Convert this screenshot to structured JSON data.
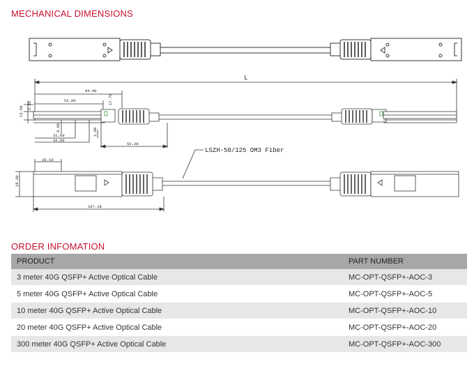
{
  "sections": {
    "mechanical": "MECHANICAL DIMENSIONS",
    "order": "ORDER INFOMATION"
  },
  "drawing": {
    "fiber_label": "LSZH-50/125 OM3 Fiber",
    "length_label": "L",
    "dims": {
      "d94_40": "94.40",
      "d53_90": "53.90",
      "d17_70": "17.70",
      "d13_50": "13.50",
      "d2_65": "2.65",
      "d8_60": "8.60",
      "d31_60": "31.60",
      "d32_60": "32.60",
      "d1_60": "1.60",
      "d53_28": "53.28",
      "d20_10": "20.10",
      "d18_30": "18.30",
      "d107_18": "107.18"
    }
  },
  "table": {
    "headers": [
      "PRODUCT",
      "PART NUMBER"
    ],
    "rows": [
      [
        "3 meter 40G QSFP+ Active Optical Cable",
        "MC-OPT-QSFP+-AOC-3"
      ],
      [
        "5 meter 40G QSFP+ Active Optical Cable",
        "MC-OPT-QSFP+-AOC-5"
      ],
      [
        "10 meter 40G QSFP+ Active Optical Cable",
        "MC-OPT-QSFP+-AOC-10"
      ],
      [
        "20 meter 40G QSFP+ Active Optical Cable",
        "MC-OPT-QSFP+-AOC-20"
      ],
      [
        "300 meter 40G QSFP+ Active Optical Cable",
        "MC-OPT-QSFP+-AOC-300"
      ]
    ]
  }
}
